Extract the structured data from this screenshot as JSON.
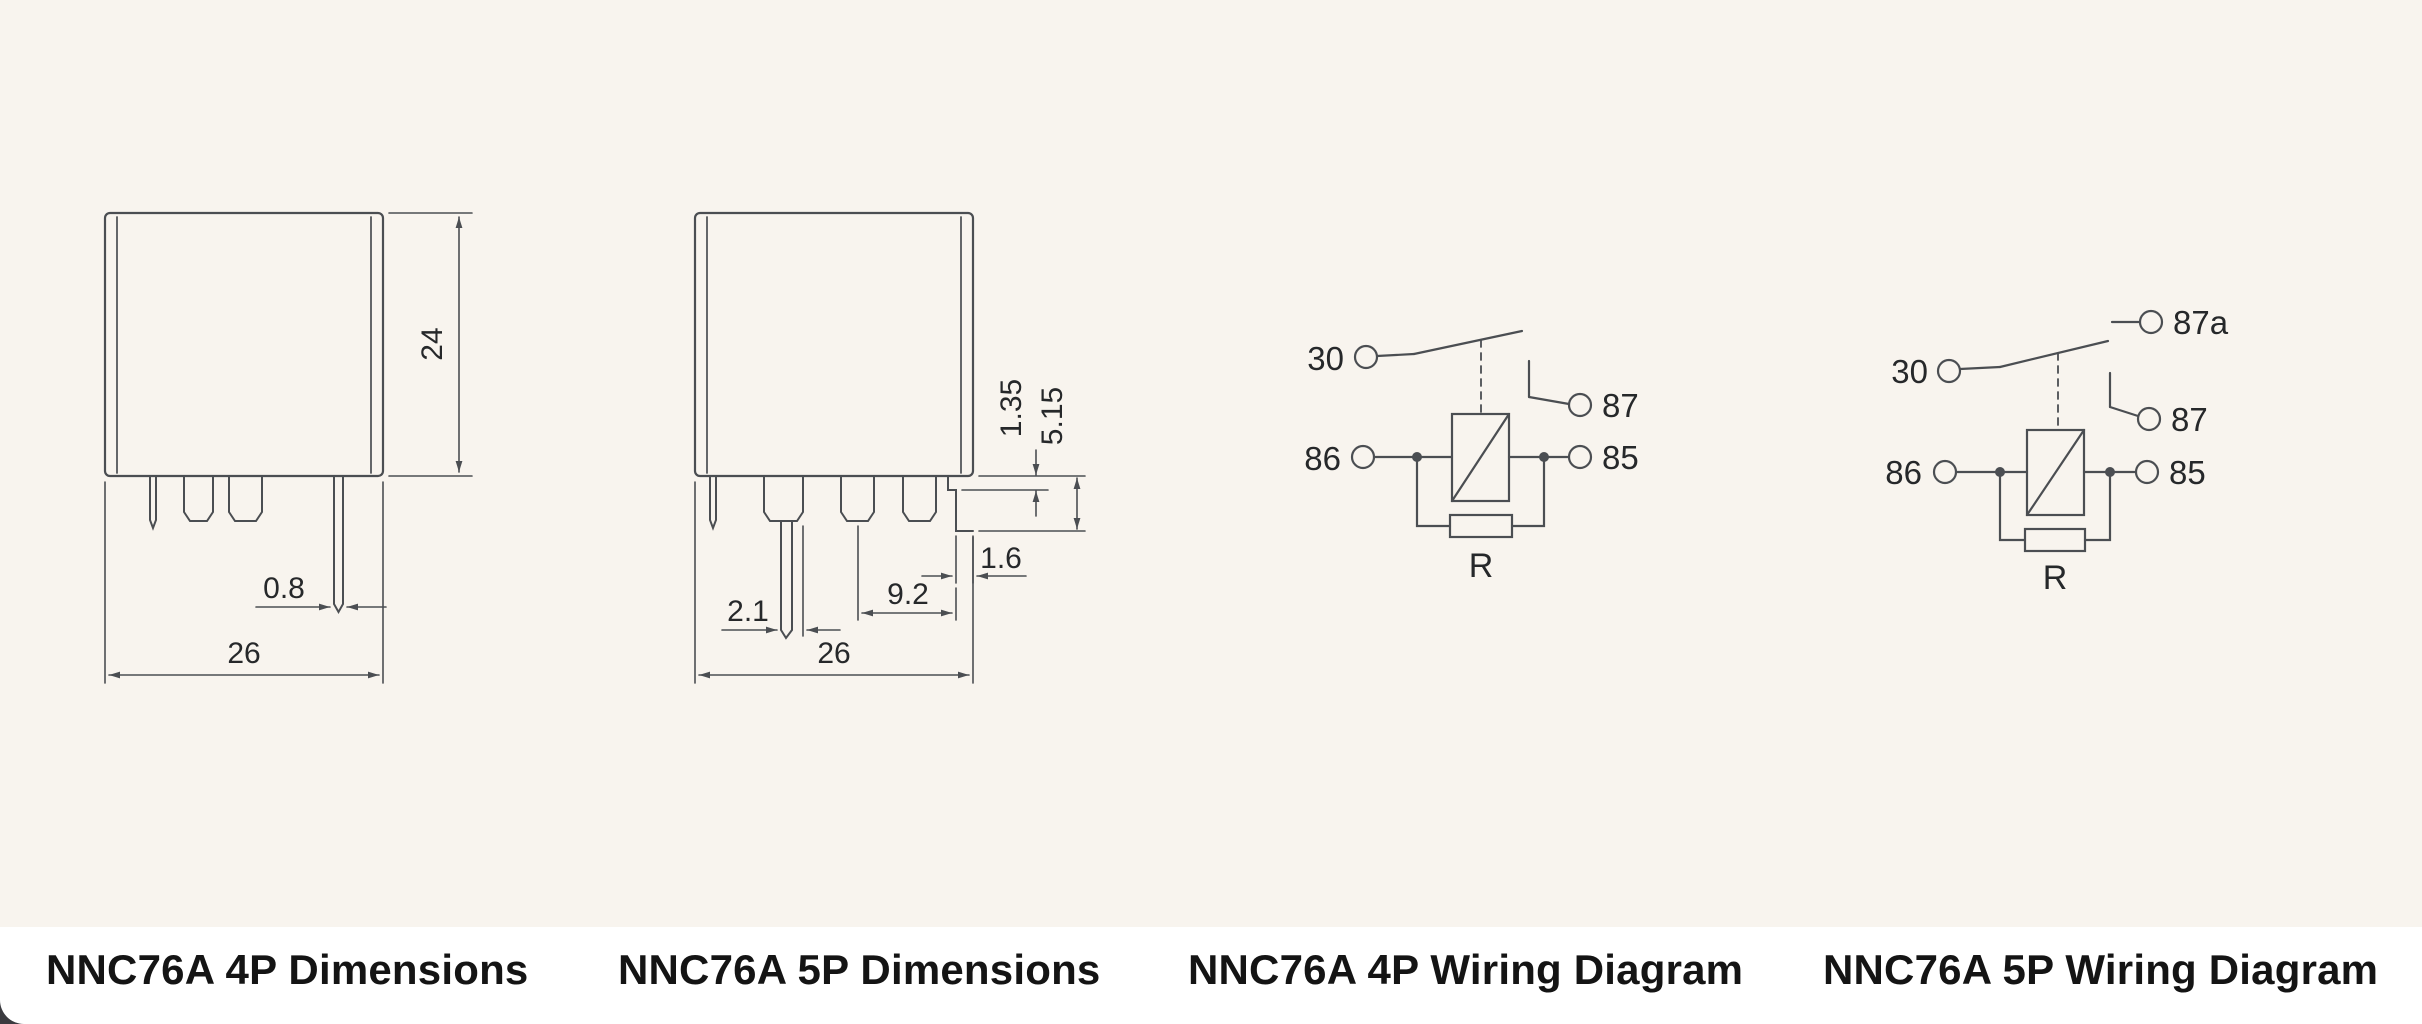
{
  "colors": {
    "background": "#f8f4ee",
    "caption_band": "#ffffff",
    "line": "#4b4e52",
    "text": "#26282a",
    "caption_text": "#141414"
  },
  "relay4p": {
    "dim_height": "24",
    "dim_pin": "0.8",
    "dim_width": "26"
  },
  "relay5p": {
    "dim_a": "1.35",
    "dim_b": "5.15",
    "dim_c": "1.6",
    "dim_d": "9.2",
    "dim_e": "2.1",
    "dim_width": "26"
  },
  "wiring4p": {
    "t30": "30",
    "t87": "87",
    "t86": "86",
    "t85": "85",
    "coil": "R"
  },
  "wiring5p": {
    "t30": "30",
    "t87a": "87a",
    "t87": "87",
    "t86": "86",
    "t85": "85",
    "coil": "R"
  },
  "captions": {
    "c1": "NNC76A 4P Dimensions",
    "c2": "NNC76A 5P Dimensions",
    "c3": "NNC76A 4P Wiring Diagram",
    "c4": "NNC76A 5P Wiring Diagram"
  }
}
